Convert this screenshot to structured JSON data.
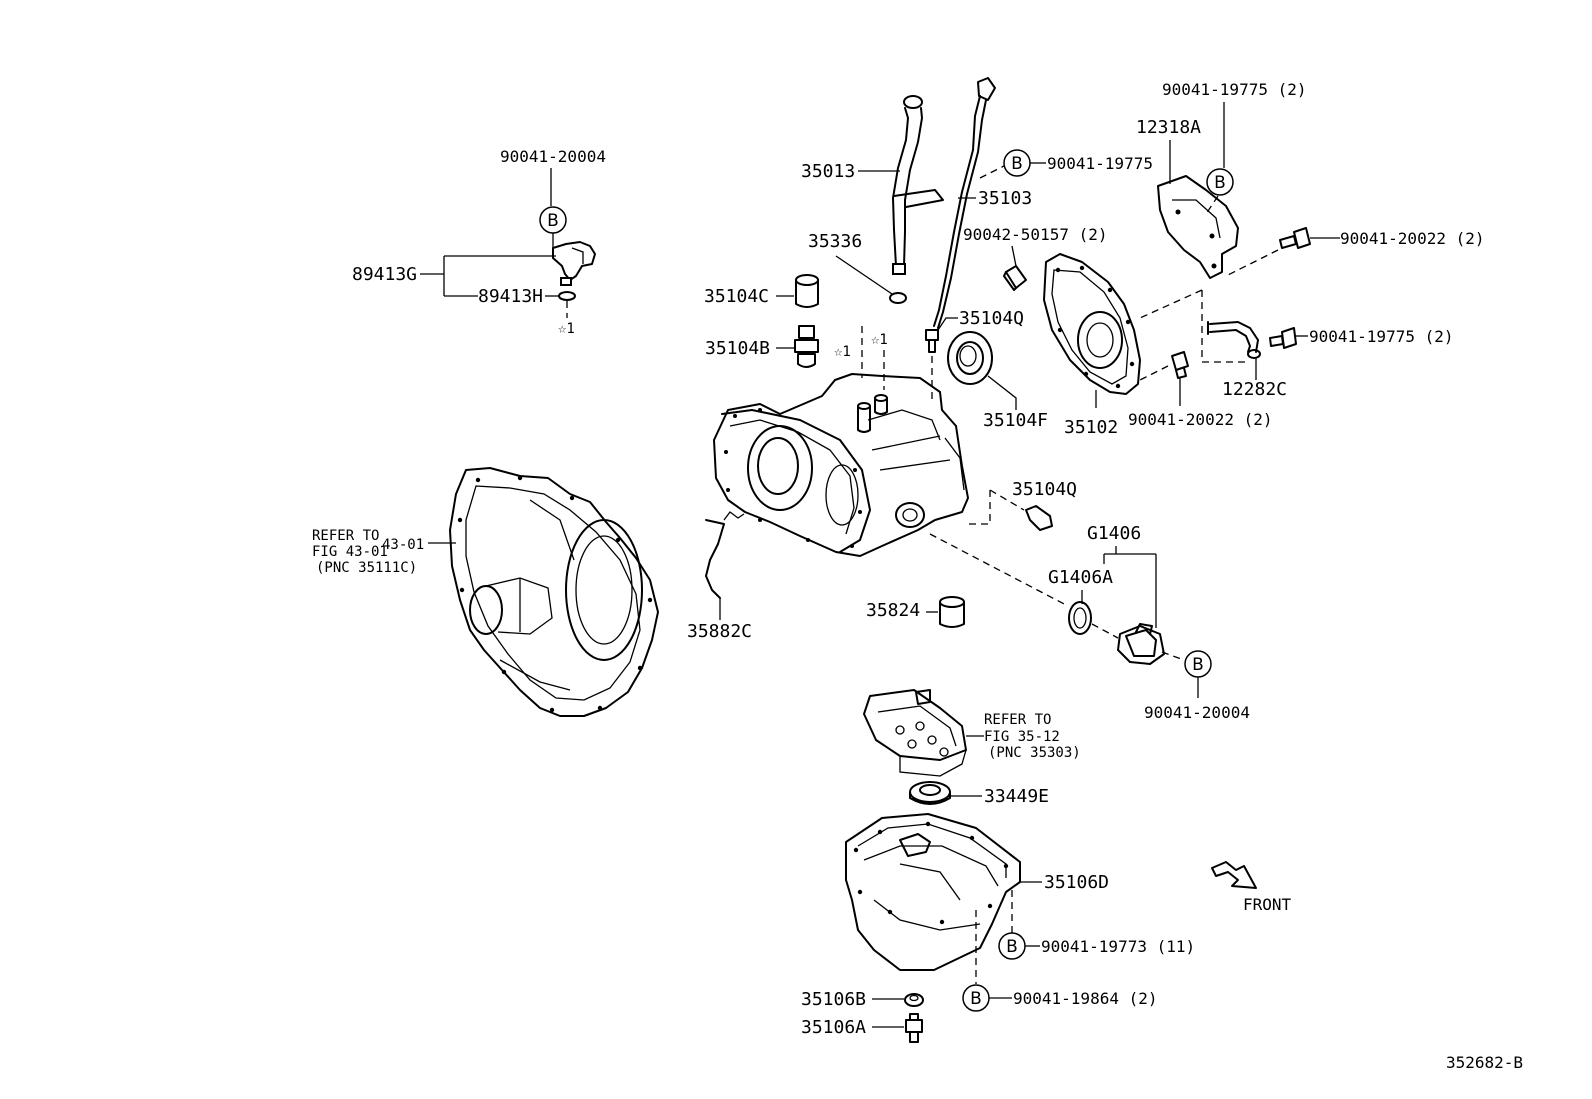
{
  "labels": {
    "p90041_20004_top": "90041-20004",
    "p89413G": "89413G",
    "p89413H": "89413H",
    "star1_a": "☆1",
    "star1_b": "☆1",
    "star1_c": "☆1",
    "p35013": "35013",
    "p35336": "35336",
    "p35104C": "35104C",
    "p35104B": "35104B",
    "p90041_19775_mid": "90041-19775",
    "p35103": "35103",
    "p90042_50157": "90042-50157 (2)",
    "p35104Q_top": "35104Q",
    "p35104F": "35104F",
    "p90041_19775_top": "90041-19775 (2)",
    "p12318A": "12318A",
    "p90041_20022_top": "90041-20022 (2)",
    "p90041_19775_right": "90041-19775 (2)",
    "p12282C": "12282C",
    "p35102": "35102",
    "p90041_20022_bot": "90041-20022 (2)",
    "p35104Q_mid": "35104Q",
    "pG1406": "G1406",
    "pG1406A": "G1406A",
    "p35824": "35824",
    "p90041_20004_bot": "90041-20004",
    "p35882C": "35882C",
    "refer_a_l1": "REFER TO",
    "refer_a_l2": "FIG 43-01",
    "refer_a_l3": "(PNC 35111C)",
    "refer_a_num": "43-01",
    "refer_b_l1": "REFER TO",
    "refer_b_l2": "FIG 35-12",
    "refer_b_l3": "(PNC 35303)",
    "p33449E": "33449E",
    "p35106D": "35106D",
    "p90041_19773": "90041-19773 (11)",
    "p90041_19864": "90041-19864 (2)",
    "p35106B": "35106B",
    "p35106A": "35106A",
    "front": "FRONT",
    "diagram_id": "352682-B"
  },
  "bubble_letter": "B"
}
